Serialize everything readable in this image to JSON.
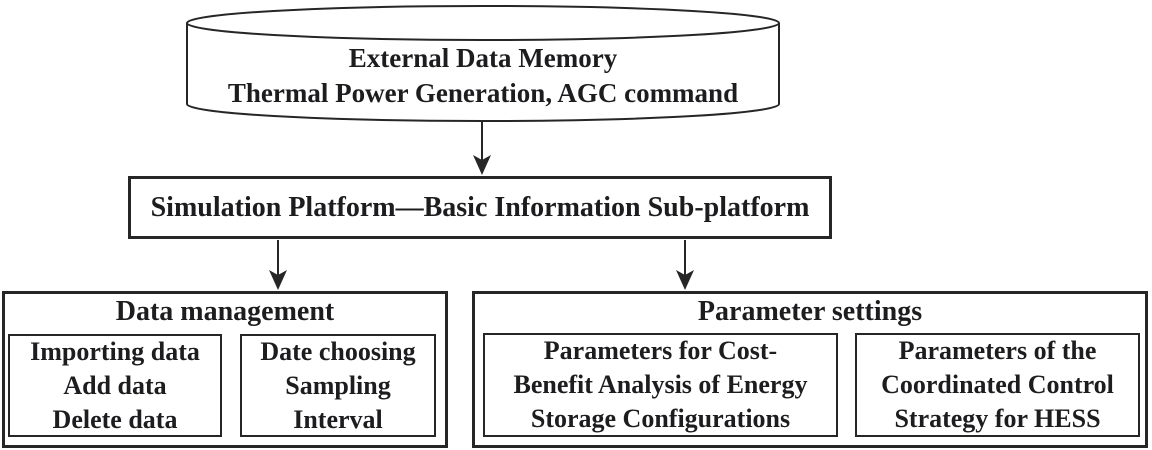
{
  "database": {
    "line1": "External Data Memory",
    "line2": "Thermal Power Generation, AGC command"
  },
  "platform": {
    "label": "Simulation Platform—Basic Information Sub-platform"
  },
  "data_management": {
    "title": "Data management",
    "box1": {
      "line1": "Importing data",
      "line2": "Add data",
      "line3": "Delete data"
    },
    "box2": {
      "line1": "Date choosing",
      "line2": "Sampling",
      "line3": "Interval"
    }
  },
  "parameter_settings": {
    "title": "Parameter settings",
    "box1": {
      "line1": "Parameters for Cost-",
      "line2": "Benefit Analysis of Energy",
      "line3": "Storage Configurations"
    },
    "box2": {
      "line1": "Parameters of the",
      "line2": "Coordinated Control",
      "line3": "Strategy for HESS"
    }
  },
  "colors": {
    "ink": "#1d1d1f",
    "line": "#262626",
    "background": "#ffffff"
  }
}
